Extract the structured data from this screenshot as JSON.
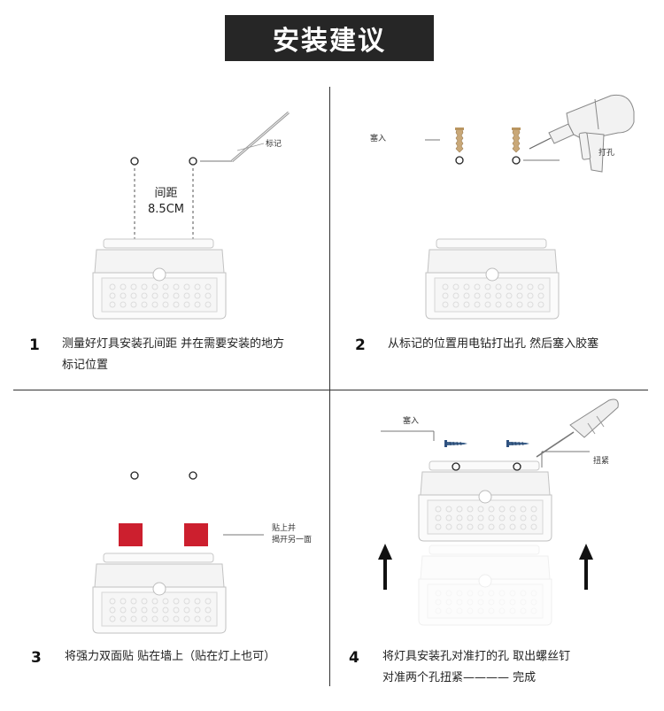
{
  "title": "安装建议",
  "steps": [
    {
      "number": "1",
      "caption_line1": "测量好灯具安装孔间距  并在需要安装的地方",
      "caption_line2": "标记位置",
      "label_mark": "标记",
      "spacing_label": "间距",
      "spacing_value": "8.5CM"
    },
    {
      "number": "2",
      "caption_line1": "从标记的位置用电钻打出孔  然后塞入胶塞",
      "label_insert": "塞入",
      "label_drill": "打孔"
    },
    {
      "number": "3",
      "caption_line1": "将强力双面贴 贴在墙上（贴在灯上也可）",
      "label_tape_line1": "贴上并",
      "label_tape_line2": "揭开另一面"
    },
    {
      "number": "4",
      "caption_line1": "将灯具安装孔对准打的孔  取出螺丝钉",
      "caption_line2": "对准两个孔扭紧———— 完成",
      "label_insert": "塞入",
      "label_tighten": "扭紧"
    }
  ],
  "colors": {
    "banner_bg": "#262626",
    "tape": "#cc1f2e",
    "screw": "#3b5f8a",
    "anchor": "#c9a878",
    "arrow": "#111111",
    "lamp_outline": "#c8c8c8"
  }
}
